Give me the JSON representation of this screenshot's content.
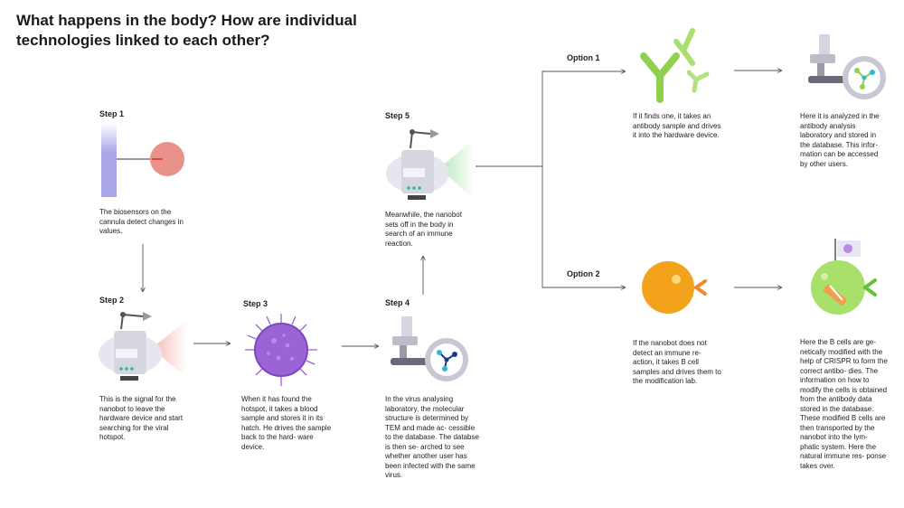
{
  "title": "What happens in the body? How are individual technologies linked to each other?",
  "steps": [
    {
      "label": "Step 1",
      "text": "The biosensors on the cannula detect changes in values."
    },
    {
      "label": "Step 2",
      "text": "This is the signal for the nanobot to leave the hardware device and start searching for the viral hotspot."
    },
    {
      "label": "Step 3",
      "text": "When it has found the hotspot, it takes a blood sample and stores it in its hatch. He drives the sample back to the hard- ware device."
    },
    {
      "label": "Step 4",
      "text": "In the virus analysing laboratory, the molecular structure is determined by TEM and made ac- cessible to the database. The databse is then se- arched to see whether another user has been infected with the same virus."
    },
    {
      "label": "Step 5",
      "text": "Meanwhile, the nanobot sets off in the body in search of an immune reaction."
    }
  ],
  "options": [
    {
      "label": "Option 1",
      "text_a": "If it finds one, it takes an antibody sample and drives it into the hardware device.",
      "text_b": "Here it is analyzed in the antibody analysis laboratory and stored in the database. This infor- mation can be accessed by other users."
    },
    {
      "label": "Option 2",
      "text_a": "If the nanobot does not detect an immune re- action, it takes B cell samples and drives them to the modification lab.",
      "text_b": "Here the B cells are ge- netically modified with the help of CRISPR to form the correct antibo- dies. The information on how to modify the cells is obtained from the antibody data stored in the database. These modified B cells are then transported by the nanobot into the lym- phatic system. Here the natural immune res- ponse takes over."
    }
  ],
  "colors": {
    "arrow": "#555555",
    "cannula": "#a9a6e8",
    "blood_cell": "#e8928a",
    "virus": "#9b63d6",
    "antibody": "#8fd14f",
    "b_cell": "#f2a31b",
    "robot_body": "#dcdce6",
    "robot_glow_red": "#f4b0a8",
    "robot_glow_green": "#a8e6b0"
  },
  "icons": [
    "cannula-icon",
    "blood-cell-icon",
    "nanobot-icon",
    "virus-icon",
    "microscope-icon",
    "antibody-icon",
    "b-cell-icon",
    "modified-cell-icon",
    "flag-icon"
  ]
}
